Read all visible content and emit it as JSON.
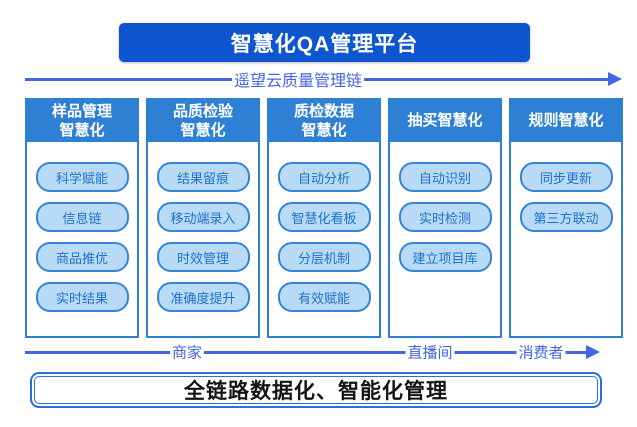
{
  "banner": {
    "title": "智慧化QA管理平台"
  },
  "top_arrow": {
    "label": "遥望云质量管理链"
  },
  "columns": [
    {
      "header": "样品管理\n智慧化",
      "items": [
        "科学赋能",
        "信息链",
        "商品推优",
        "实时结果"
      ]
    },
    {
      "header": "品质检验\n智慧化",
      "items": [
        "结果留痕",
        "移动端录入",
        "时效管理",
        "准确度提升"
      ]
    },
    {
      "header": "质检数据\n智慧化",
      "items": [
        "自动分析",
        "智慧化看板",
        "分层机制",
        "有效赋能"
      ]
    },
    {
      "header": "抽买智慧化",
      "items": [
        "自动识别",
        "实时检测",
        "建立项目库"
      ]
    },
    {
      "header": "规则智慧化",
      "items": [
        "同步更新",
        "第三方联动"
      ]
    }
  ],
  "bottom_arrow": {
    "labels": [
      "商家",
      "直播间",
      "消费者"
    ]
  },
  "bottom_box": {
    "label": "全链路数据化、智能化管理"
  },
  "colors": {
    "banner_bg": "#0e56d0",
    "arrow_blue": "#4365e6",
    "header_bg": "#2e80d4",
    "column_border": "#2e80d4",
    "pill_bg": "#b9daf6",
    "pill_border": "#3585d6",
    "pill_text": "#1e73c8",
    "bottom_box_border": "#2b6fe3",
    "bottom_box_text": "#141414"
  }
}
